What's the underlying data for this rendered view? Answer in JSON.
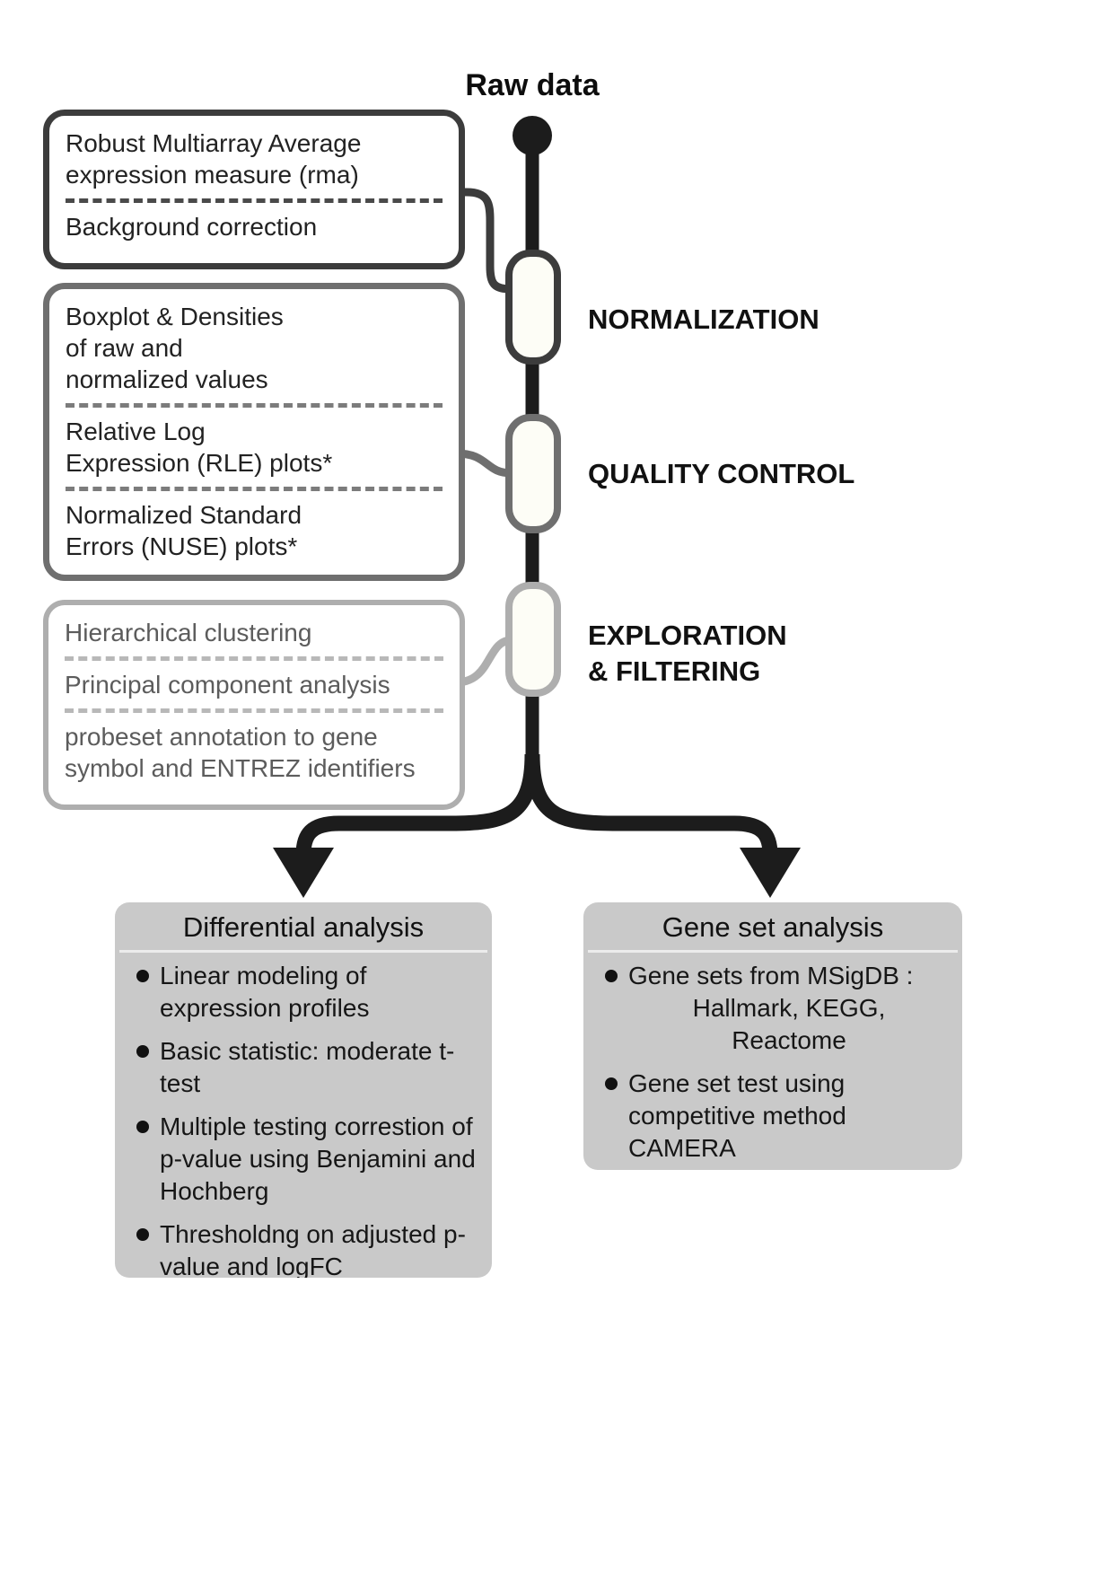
{
  "diagram": {
    "raw_data_label": "Raw data",
    "stages": {
      "normalization": {
        "label": "NORMALIZATION",
        "items": [
          "Robust Multiarray Average\nexpression measure (rma)",
          "Background correction"
        ]
      },
      "quality_control": {
        "label": "QUALITY CONTROL",
        "items": [
          "Boxplot & Densities\nof raw and\nnormalized values",
          "Relative Log\nExpression (RLE) plots*",
          "Normalized Standard\nErrors (NUSE) plots*"
        ]
      },
      "exploration_filtering": {
        "label": "EXPLORATION\n& FILTERING",
        "items": [
          "Hierarchical clustering",
          "Principal component analysis",
          "probeset annotation to gene\nsymbol and ENTREZ identifiers"
        ]
      }
    },
    "analyses": {
      "differential": {
        "title": "Differential analysis",
        "bullets": [
          "Linear modeling of expression profiles",
          "Basic statistic: moderate t-test",
          "Multiple testing correstion of p-value using Benjamini and Hochberg",
          "Thresholdng on adjusted p-value and logFC"
        ]
      },
      "gene_set": {
        "title": "Gene set analysis",
        "bullets": [
          {
            "text": "Gene sets from MSigDB :",
            "sub": "Hallmark, KEGG,\nReactome"
          },
          {
            "text": "Gene set test using competitive method CAMERA",
            "sub": ""
          }
        ]
      }
    },
    "colors": {
      "spine": "#1c1c1c",
      "stage1_border": "#3c3c3c",
      "stage2_border": "#6f6f6f",
      "stage3_border": "#aeaeae",
      "panel_fill": "#c9c9c9"
    }
  }
}
